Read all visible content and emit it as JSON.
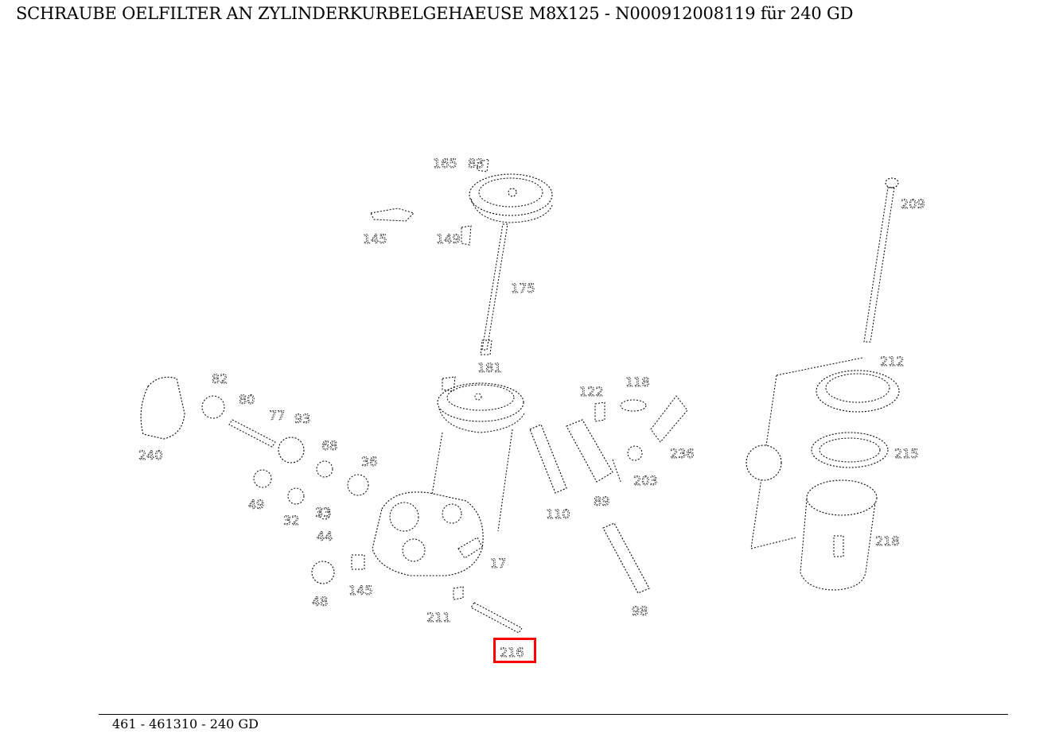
{
  "page": {
    "title": "SCHRAUBE OELFILTER AN ZYLINDERKURBELGEHAEUSE M8X125 - N000912008119 für 240 GD",
    "footer": "461 - 461310 - 240 GD"
  },
  "diagram": {
    "callouts": [
      {
        "id": "c-165",
        "label": "165"
      },
      {
        "id": "c-83",
        "label": "83"
      },
      {
        "id": "c-145a",
        "label": "145"
      },
      {
        "id": "c-149",
        "label": "149"
      },
      {
        "id": "c-175",
        "label": "175"
      },
      {
        "id": "c-181",
        "label": "181"
      },
      {
        "id": "c-82",
        "label": "82"
      },
      {
        "id": "c-80",
        "label": "80"
      },
      {
        "id": "c-77",
        "label": "77"
      },
      {
        "id": "c-93",
        "label": "93"
      },
      {
        "id": "c-240",
        "label": "240"
      },
      {
        "id": "c-68",
        "label": "68"
      },
      {
        "id": "c-36",
        "label": "36"
      },
      {
        "id": "c-49",
        "label": "49"
      },
      {
        "id": "c-32",
        "label": "32"
      },
      {
        "id": "c-33",
        "label": "33"
      },
      {
        "id": "c-44",
        "label": "44"
      },
      {
        "id": "c-48",
        "label": "48"
      },
      {
        "id": "c-145b",
        "label": "145"
      },
      {
        "id": "c-122",
        "label": "122"
      },
      {
        "id": "c-118",
        "label": "118"
      },
      {
        "id": "c-236",
        "label": "236"
      },
      {
        "id": "c-203",
        "label": "203"
      },
      {
        "id": "c-110",
        "label": "110"
      },
      {
        "id": "c-89",
        "label": "89"
      },
      {
        "id": "c-17",
        "label": "17"
      },
      {
        "id": "c-98",
        "label": "98"
      },
      {
        "id": "c-211",
        "label": "211"
      },
      {
        "id": "c-216",
        "label": "216"
      },
      {
        "id": "c-209",
        "label": "209"
      },
      {
        "id": "c-212",
        "label": "212"
      },
      {
        "id": "c-215",
        "label": "215"
      },
      {
        "id": "c-218",
        "label": "218"
      }
    ]
  }
}
